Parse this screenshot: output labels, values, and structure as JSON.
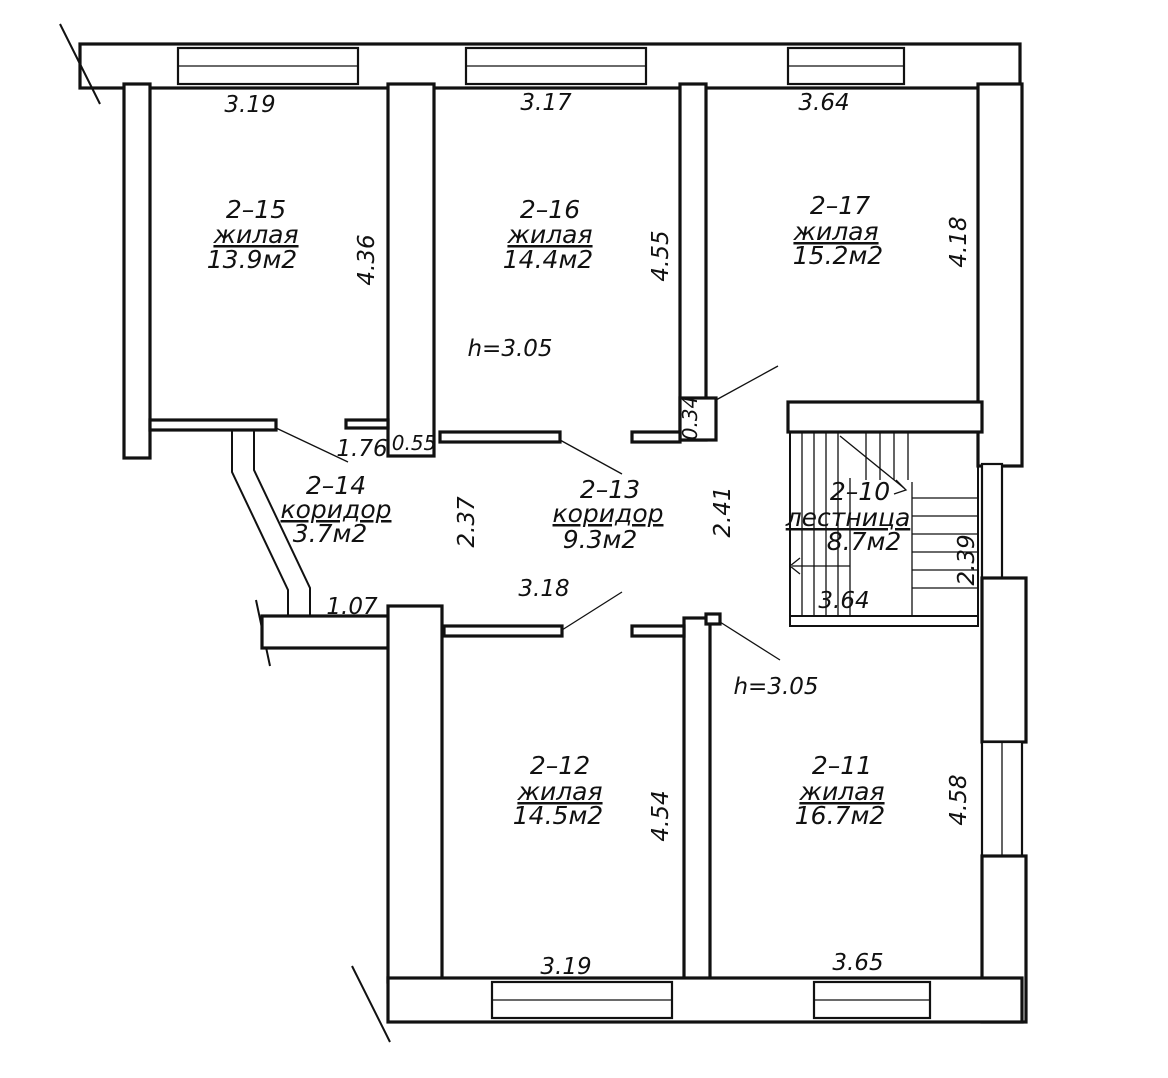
{
  "rooms": {
    "r2_15": {
      "id": "2–15",
      "type": "жилая",
      "area": "13.9м2"
    },
    "r2_16": {
      "id": "2–16",
      "type": "жилая",
      "area": "14.4м2"
    },
    "r2_17": {
      "id": "2–17",
      "type": "жилая",
      "area": "15.2м2"
    },
    "r2_14": {
      "id": "2–14",
      "type": "коридор",
      "area": "3.7м2"
    },
    "r2_13": {
      "id": "2–13",
      "type": "коридор",
      "area": "9.3м2"
    },
    "r2_10": {
      "id": "2–10",
      "type": "лестница",
      "area": "8.7м2"
    },
    "r2_12": {
      "id": "2–12",
      "type": "жилая",
      "area": "14.5м2"
    },
    "r2_11": {
      "id": "2–11",
      "type": "жилая",
      "area": "16.7м2"
    }
  },
  "dimensions": {
    "w_2_15": "3.19",
    "w_2_16": "3.17",
    "w_2_17": "3.64",
    "h_2_15": "4.36",
    "h_2_16": "4.55",
    "h_2_17": "4.18",
    "d_1_76": "1.76",
    "d_0_55": "0.55",
    "d_0_34": "0.34",
    "d_2_37": "2.37",
    "d_2_41": "2.41",
    "d_2_39": "2.39",
    "d_3_64_stair": "3.64",
    "d_3_18": "3.18",
    "d_1_07": "1.07",
    "h_2_12": "4.54",
    "h_2_11": "4.58",
    "w_2_12": "3.19",
    "w_2_11": "3.65"
  },
  "ceiling": {
    "upper": "h=3.05",
    "lower": "h=3.05"
  }
}
